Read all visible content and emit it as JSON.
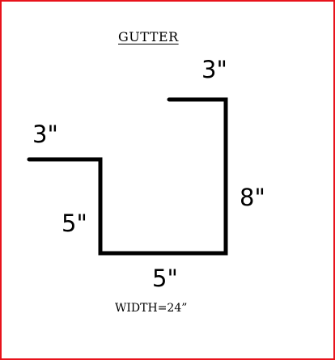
{
  "title": "GUTTER",
  "dimensions": {
    "top_right_lip": "3\"",
    "top_left_lip": "3\"",
    "right_side": "8\"",
    "left_side": "5\"",
    "bottom": "5\""
  },
  "width_note": "WIDTH=24”",
  "colors": {
    "border": "#e8121b",
    "line": "#000000",
    "background": "#ffffff"
  }
}
